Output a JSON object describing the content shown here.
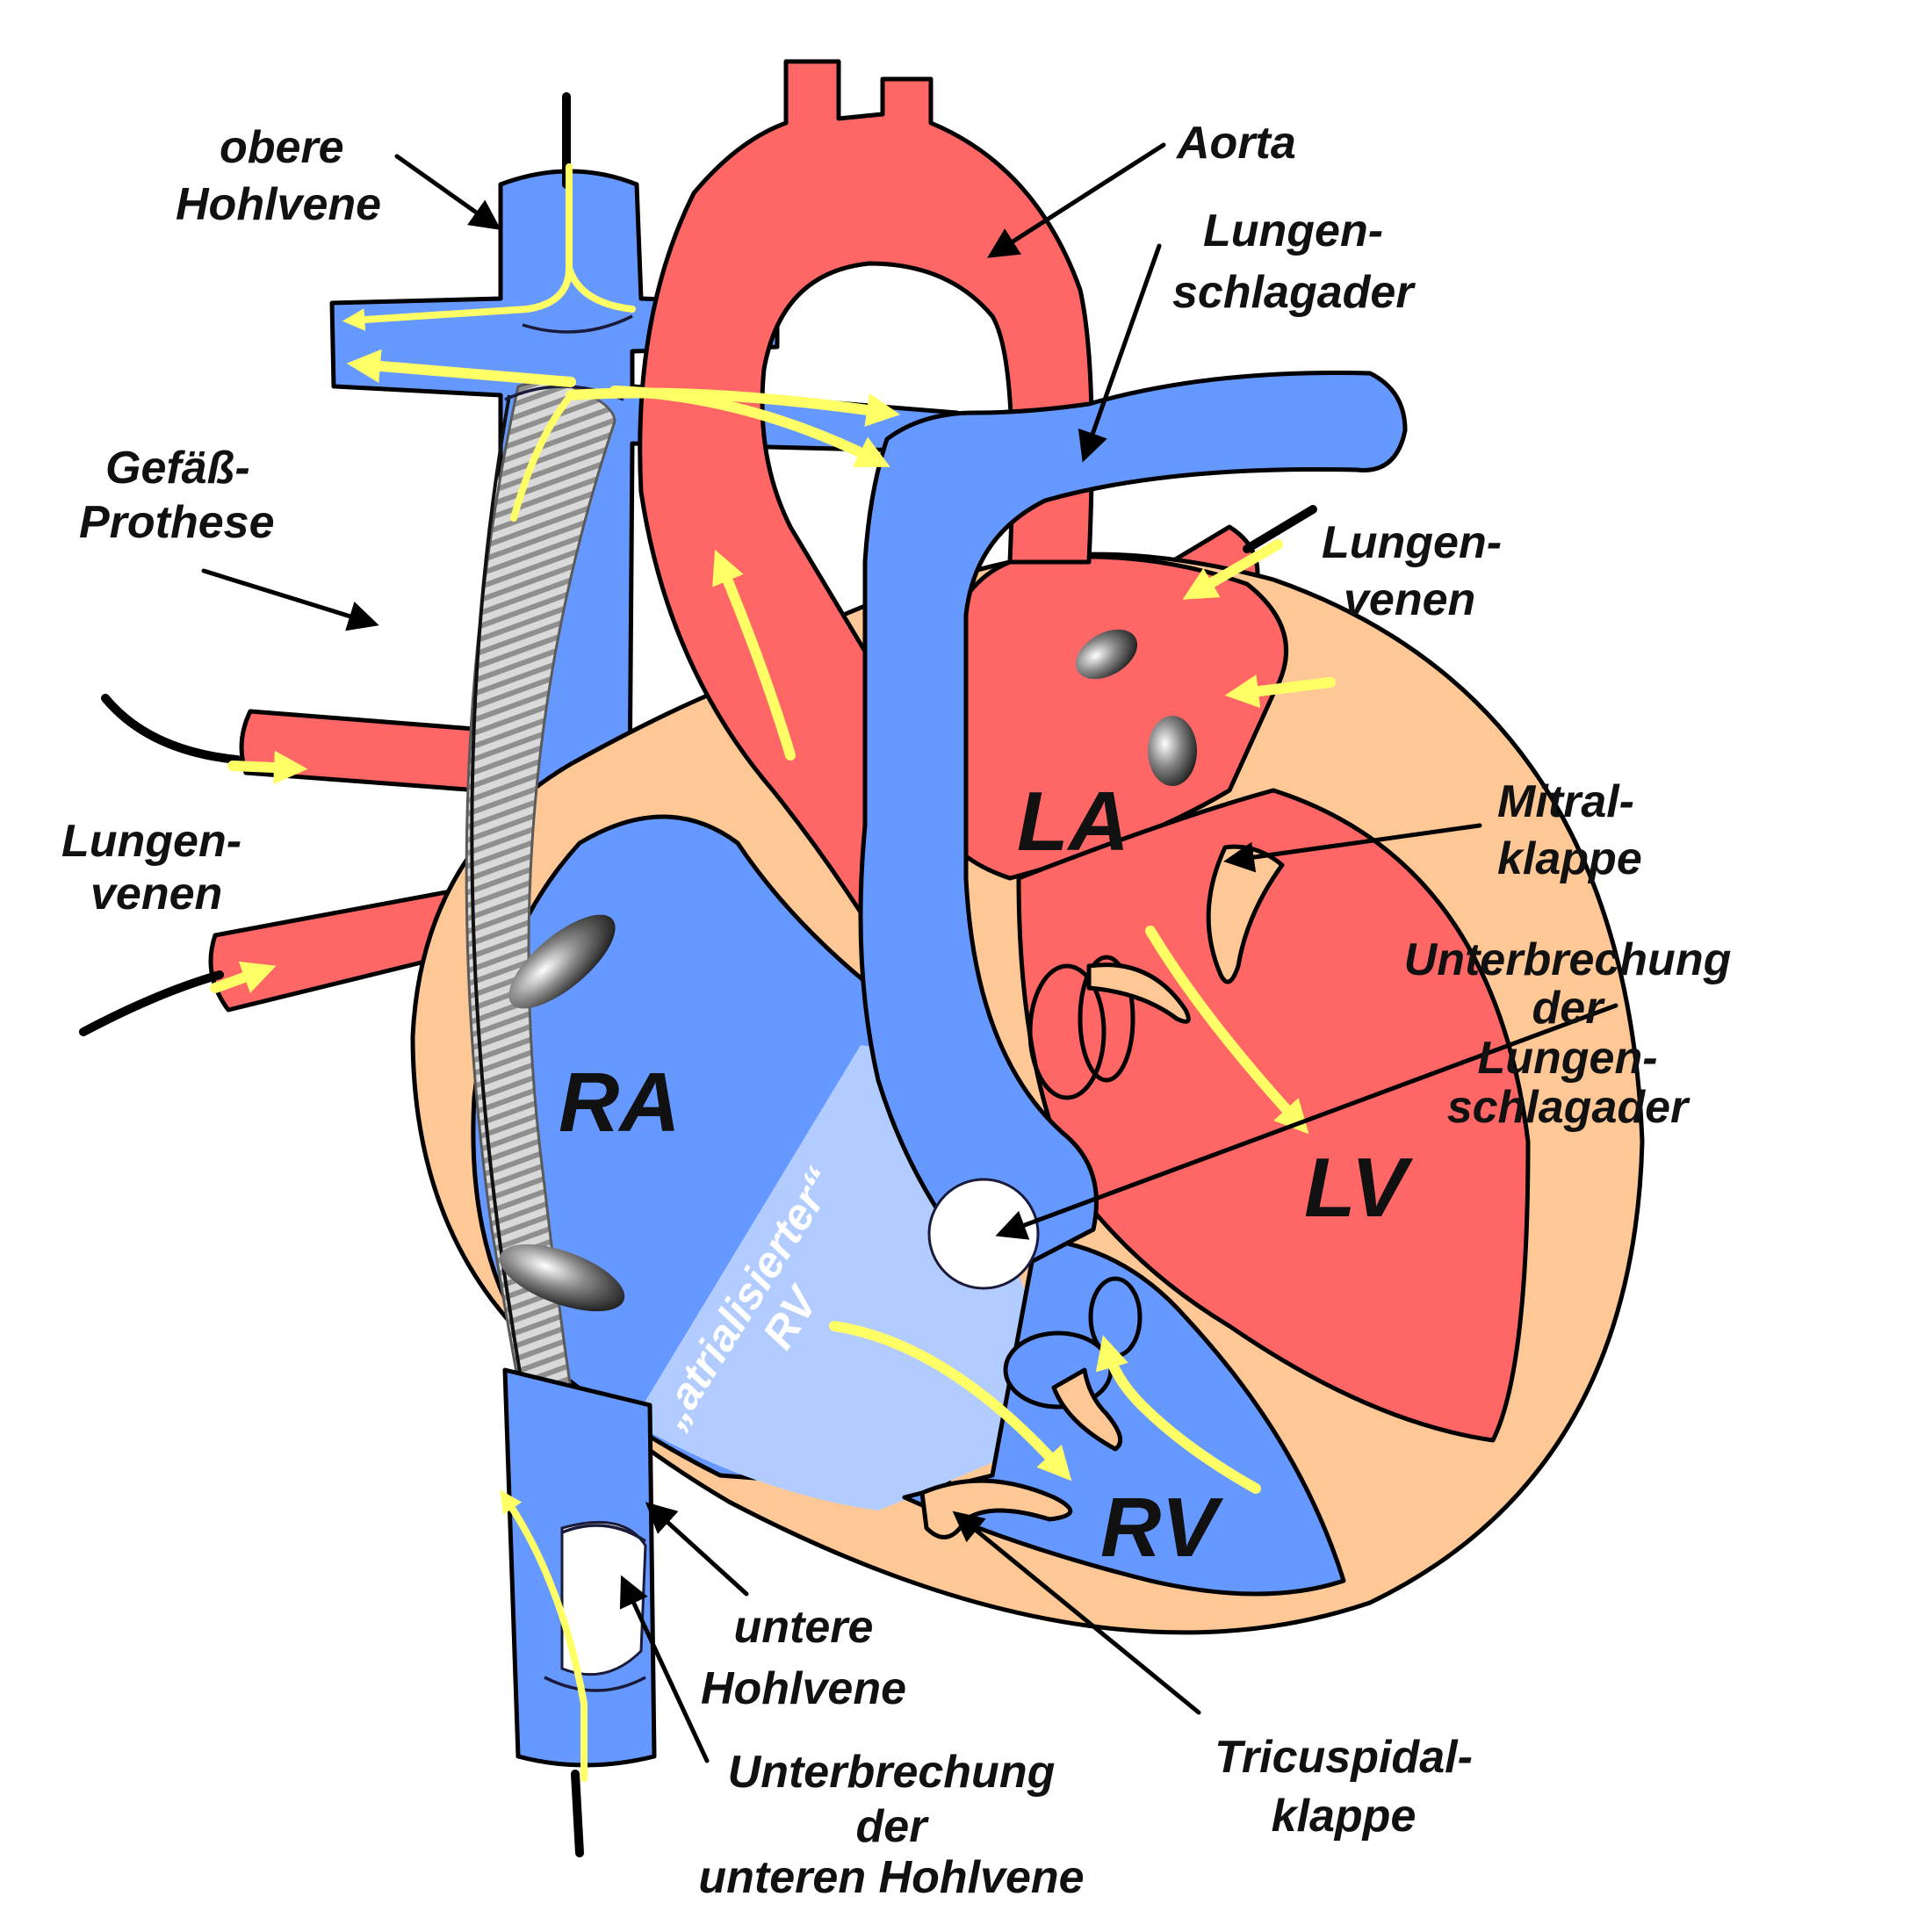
{
  "labels": {
    "superior_vena_cava": [
      "obere",
      "Hohlvene"
    ],
    "aorta": "Aorta",
    "pulmonary_artery": [
      "Lungen-",
      "schlagader"
    ],
    "pulmonary_veins_right": [
      "Lungen-",
      "venen"
    ],
    "vascular_prosthesis": [
      "Gefäß-",
      "Prothese"
    ],
    "pulmonary_veins_left": [
      "Lungen-",
      "venen"
    ],
    "mitral_valve": [
      "Mitral-",
      "klappe"
    ],
    "pulmonary_artery_interruption": [
      "Unterbrechung",
      "der",
      "Lungen-",
      "schlagader"
    ],
    "inferior_vena_cava": [
      "untere",
      "Hohlvene"
    ],
    "ivc_interruption": [
      "Unterbrechung",
      "der",
      "unteren Hohlvene"
    ],
    "tricuspid_valve": [
      "Tricuspidal-",
      "klappe"
    ]
  },
  "chambers": {
    "la": "LA",
    "lv": "LV",
    "ra": "RA",
    "rv": "RV",
    "atrialized_rv": [
      "„atrialisierter“",
      "RV"
    ]
  },
  "colors": {
    "venous_blue": "#6699ff",
    "arterial_red": "#ff6666",
    "myocardium": "#fdc896",
    "flow_arrow": "#ffff66",
    "atrialized_region": "#b3ccff"
  }
}
